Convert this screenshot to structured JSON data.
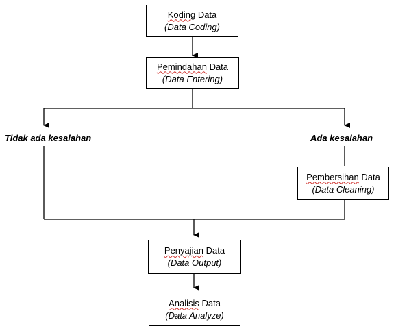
{
  "nodes": {
    "koding": {
      "word": "Koding",
      "rest": " Data",
      "en": "(Data Coding)"
    },
    "pemindahan": {
      "word": "Pemindahan",
      "rest": " Data",
      "en": "(Data Entering)"
    },
    "pembersihan": {
      "word": "Pembersihan",
      "rest": " Data",
      "en": "(Data Cleaning)"
    },
    "penyajian": {
      "word": "Penyajian",
      "rest": " Data",
      "en": "(Data Output)"
    },
    "analisis": {
      "word": "Analisis",
      "rest": " Data",
      "en": "(Data Analyze)"
    }
  },
  "branches": {
    "left": "Tidak ada kesalahan",
    "right": "Ada kesalahan"
  }
}
